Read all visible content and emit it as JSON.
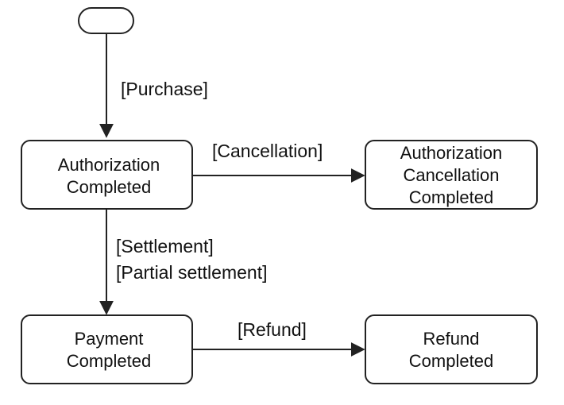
{
  "diagram": {
    "start_node": "",
    "nodes": {
      "authorization_completed": [
        "Authorization",
        "Completed"
      ],
      "authorization_cancellation_completed": [
        "Authorization",
        "Cancellation",
        "Completed"
      ],
      "payment_completed": [
        "Payment",
        "Completed"
      ],
      "refund_completed": [
        "Refund",
        "Completed"
      ]
    },
    "edges": {
      "purchase": [
        "[Purchase]"
      ],
      "cancellation": [
        "[Cancellation]"
      ],
      "settlement": [
        "[Settlement]",
        "[Partial settlement]"
      ],
      "refund": [
        "[Refund]"
      ]
    }
  }
}
